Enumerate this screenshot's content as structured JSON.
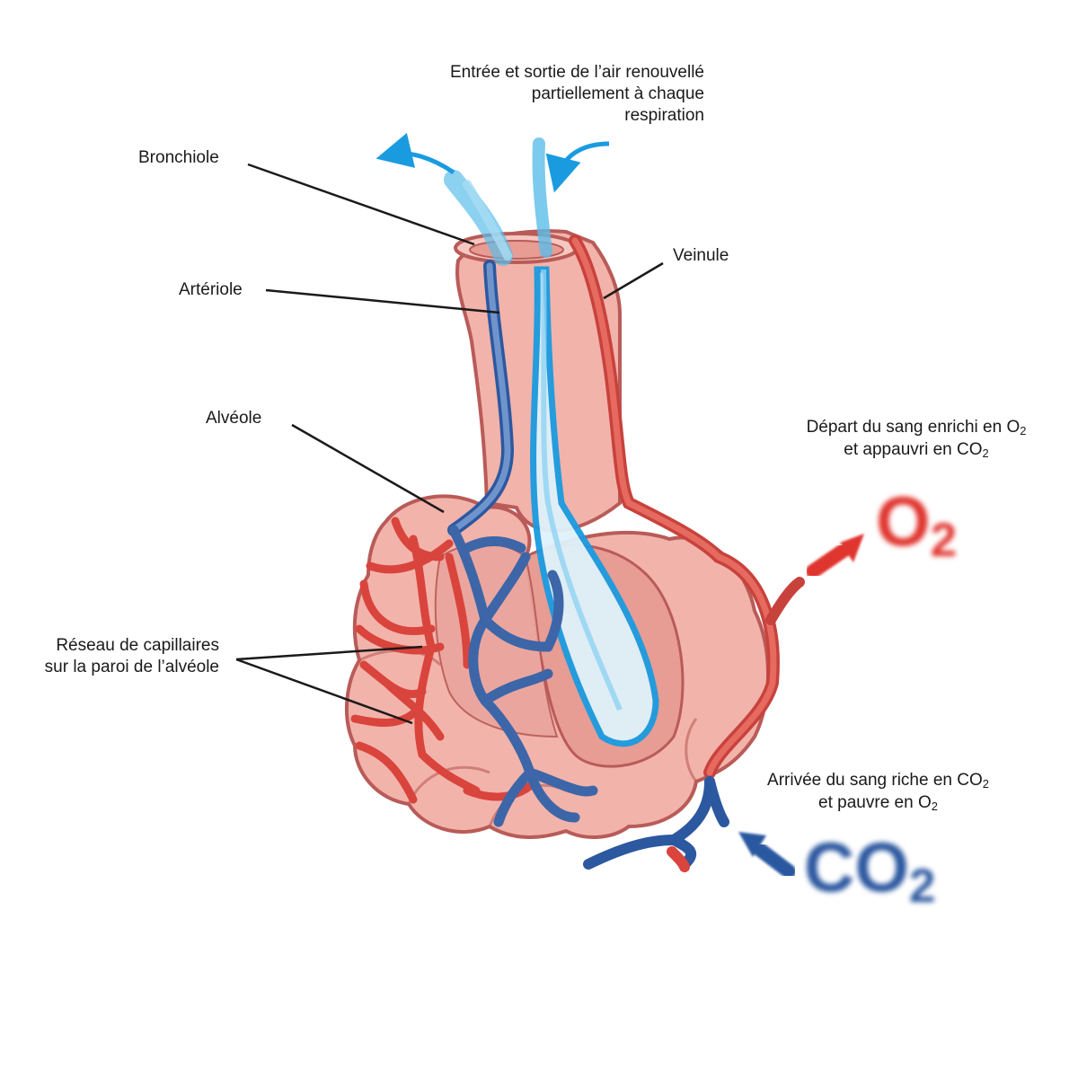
{
  "labels": {
    "air": [
      "Entrée et sortie de l’air renouvellé",
      "partiellement à chaque",
      "respiration"
    ],
    "bronchiole": "Bronchiole",
    "arteriole": "Artériole",
    "veinule": "Veinule",
    "alveole": "Alvéole",
    "capillaires": [
      "Réseau de capillaires",
      "sur la paroi de l’alvéole"
    ],
    "depart": {
      "line1": "Départ du sang enrichi en O",
      "sub1": "2",
      "line2": "et appauvri en CO",
      "sub2": "2"
    },
    "arrivee": {
      "line1": "Arrivée du sang riche en CO",
      "sub1": "2",
      "line2": "et pauvre en O",
      "sub2": "2"
    }
  },
  "symbols": {
    "o2": {
      "main": "O",
      "sub": "2"
    },
    "co2": {
      "main": "CO",
      "sub": "2"
    }
  },
  "colors": {
    "oxygen_red": "#e0352f",
    "co2_blue": "#2c58a0",
    "air_blue": "#1a9be0",
    "tissue_pink": "#f2b3ab",
    "tissue_outline": "#b95b58",
    "vein_blue": "#4f78b5",
    "artery_red": "#e0524a"
  }
}
